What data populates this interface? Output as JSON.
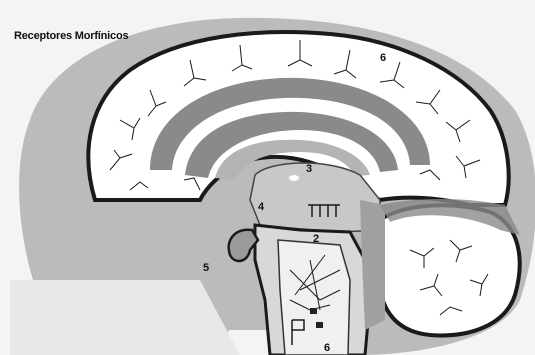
{
  "title": "Receptores Morfínicos",
  "labels": {
    "l6_top": "6",
    "l3": "3",
    "l4": "4",
    "l2": "2",
    "l5": "5",
    "l6_bottom": "6"
  },
  "colors": {
    "background": "#f4f4f4",
    "halo": "#9a9a9a",
    "cortex_fill": "#ffffff",
    "outline": "#1a1a1a",
    "gray_band": "#8a8a8a",
    "light_gray": "#c8c8c8",
    "dark_node": "#222222"
  }
}
